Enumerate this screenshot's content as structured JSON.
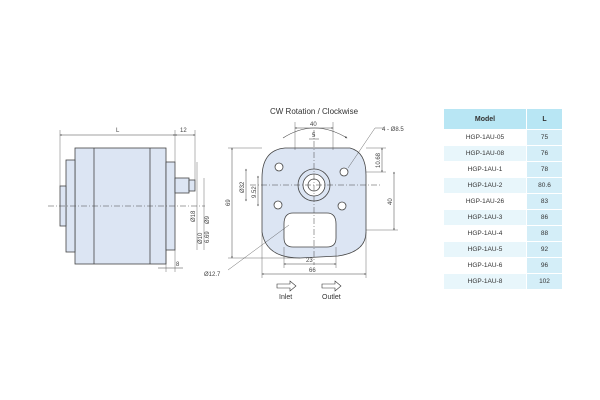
{
  "colors": {
    "pump_fill": "#dce5f3",
    "line": "#444444",
    "table_header": "#b8e6f4",
    "table_row_light": "#ffffff",
    "table_row_alt": "#e8f6fb",
    "table_col_l": "#d4eef8"
  },
  "side_view": {
    "dim_L": "L",
    "dim_12": "12",
    "dim_8": "8",
    "dim_shaft1": "Ø18",
    "dim_shaft2": "Ø10",
    "dim_shaft3": "Ø9",
    "dim_shaft4": "6.69"
  },
  "front_view": {
    "rotation": "CW Rotation / Clockwise",
    "dim_40": "40",
    "dim_5": "5",
    "dim_holes": "4 - Ø8.5",
    "dim_10_68": "10.68",
    "dim_40v": "40",
    "dim_69": "69",
    "dim_32": "Ø32",
    "dim_9_52": "9.52",
    "dim_12_7": "Ø12.7",
    "dim_23": "23",
    "dim_66": "66",
    "inlet": "Inlet",
    "outlet": "Outlet"
  },
  "table": {
    "header_model": "Model",
    "header_l": "L",
    "rows": [
      {
        "model": "HGP-1AU-05",
        "l": "75"
      },
      {
        "model": "HGP-1AU-08",
        "l": "76"
      },
      {
        "model": "HGP-1AU-1",
        "l": "78"
      },
      {
        "model": "HGP-1AU-2",
        "l": "80.6"
      },
      {
        "model": "HGP-1AU-26",
        "l": "83"
      },
      {
        "model": "HGP-1AU-3",
        "l": "86"
      },
      {
        "model": "HGP-1AU-4",
        "l": "88"
      },
      {
        "model": "HGP-1AU-5",
        "l": "92"
      },
      {
        "model": "HGP-1AU-6",
        "l": "96"
      },
      {
        "model": "HGP-1AU-8",
        "l": "102"
      }
    ]
  }
}
